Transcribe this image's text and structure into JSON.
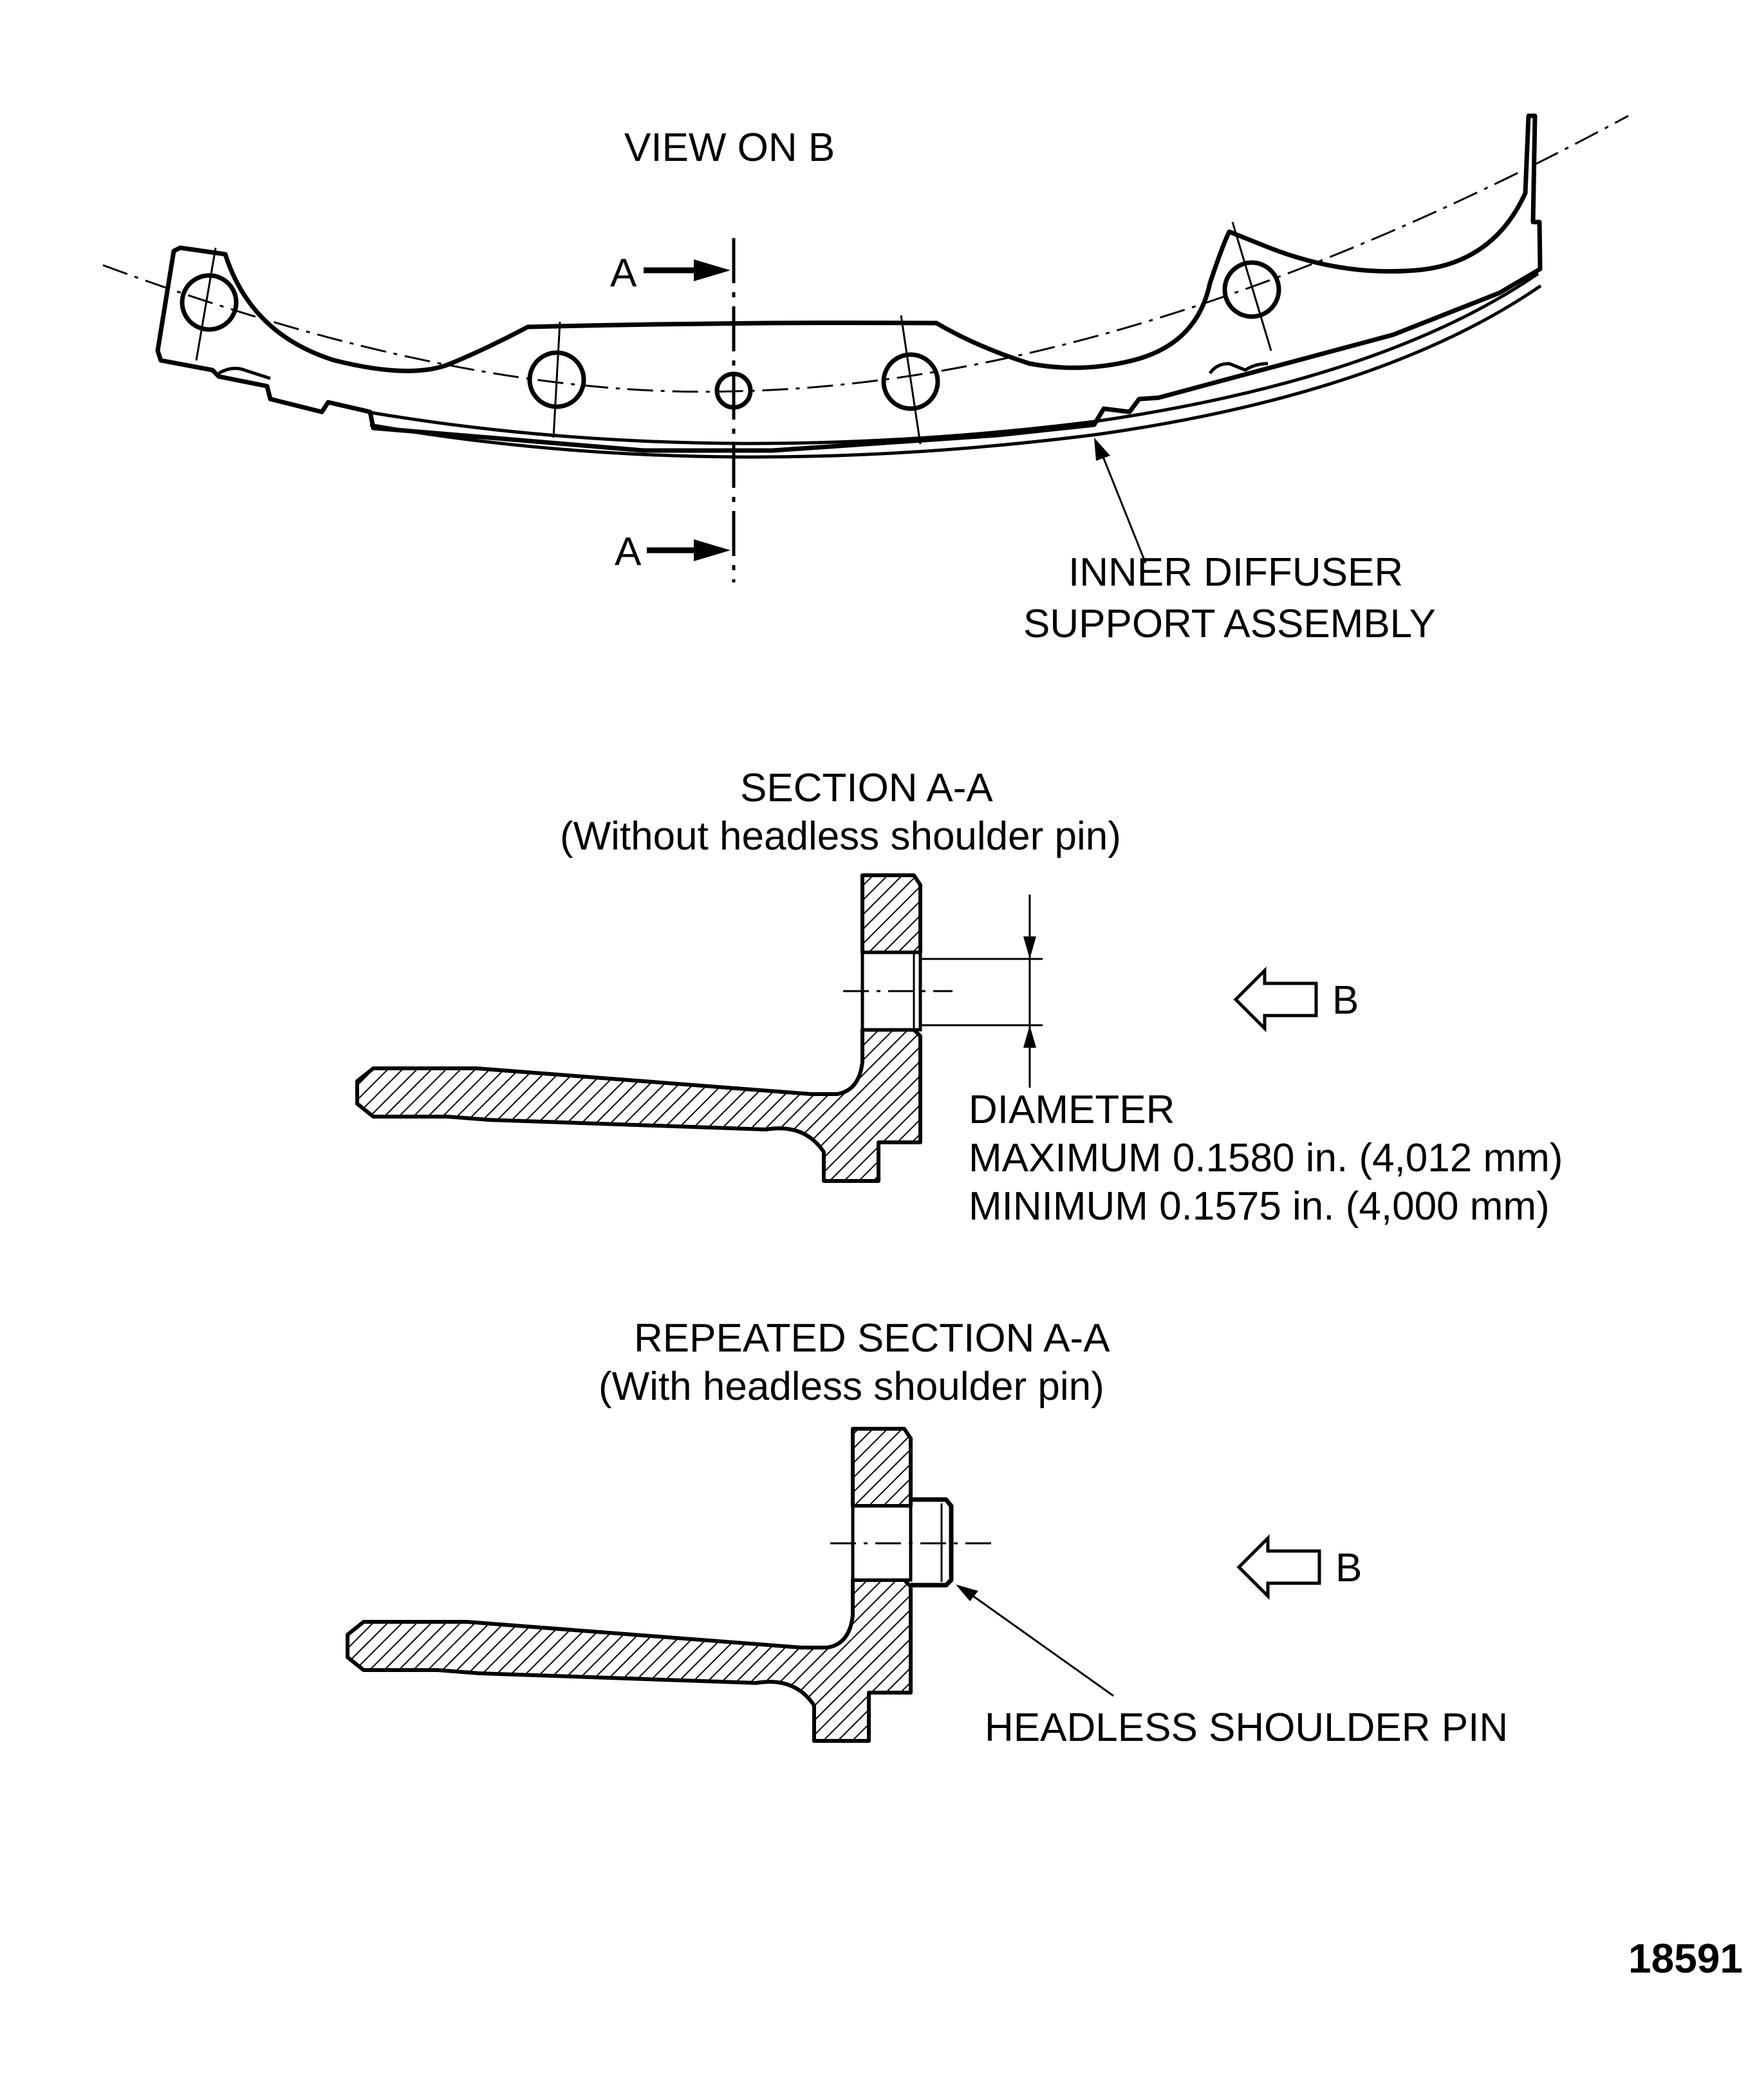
{
  "view_b": {
    "title": "VIEW ON B",
    "section_marker_top": "A",
    "section_marker_bottom": "A",
    "callout_line1": "INNER DIFFUSER",
    "callout_line2": "SUPPORT ASSEMBLY"
  },
  "section_aa": {
    "title": "SECTION A-A",
    "subtitle": "(Without headless shoulder pin)",
    "direction_label": "B",
    "dimension_title": "DIAMETER",
    "maximum": "MAXIMUM 0.1580 in. (4,012 mm)",
    "minimum": "MINIMUM 0.1575 in. (4,000 mm)"
  },
  "repeated_section_aa": {
    "title": "REPEATED SECTION A-A",
    "subtitle": "(With headless shoulder pin)",
    "direction_label": "B",
    "callout": "HEADLESS SHOULDER PIN"
  },
  "figure_number": "18591"
}
